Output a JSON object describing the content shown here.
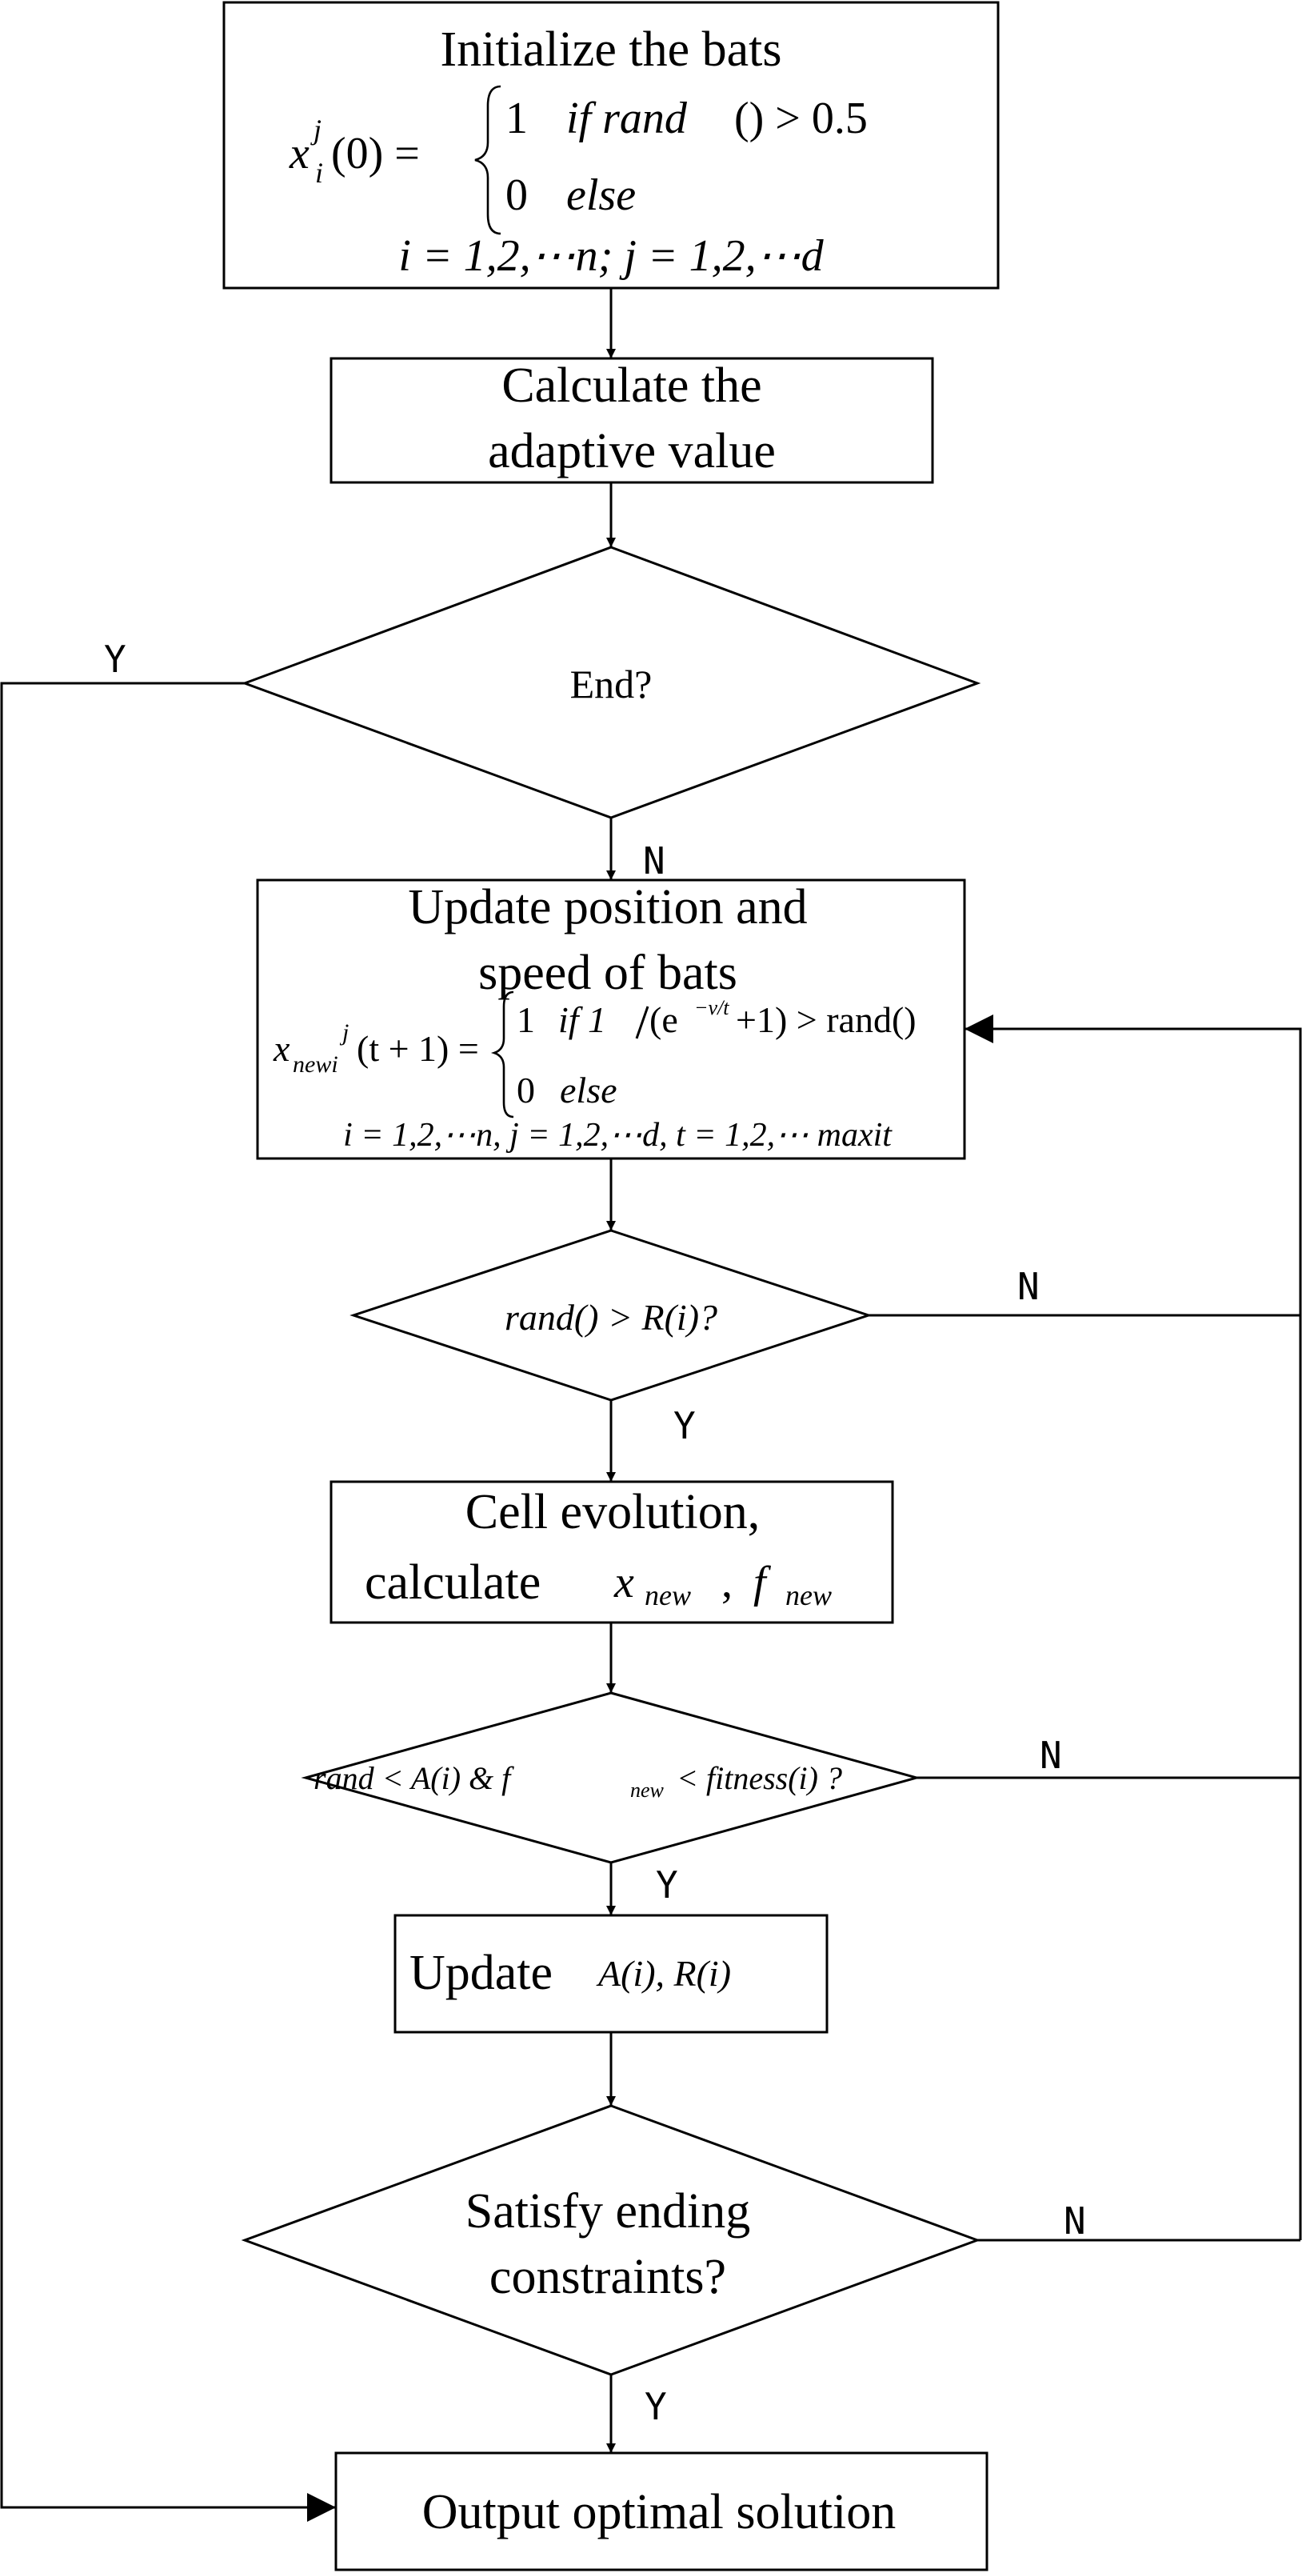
{
  "flowchart": {
    "init": {
      "title": "Initialize the bats",
      "eq_lhs": "x",
      "eq_sup": "j",
      "eq_sub": "i",
      "eq_arg": "(0) =",
      "case1_val": "1",
      "case1_cond": "if  rand",
      "case1_rest": "() > 0.5",
      "case2_val": "0",
      "case2_cond": "else",
      "range": "i = 1,2,⋯n; j = 1,2,⋯d"
    },
    "calc": {
      "line1": "Calculate the",
      "line2": "adaptive value"
    },
    "end_decision": {
      "label": "End?",
      "yes": "Y",
      "no": "N"
    },
    "update": {
      "line1": "Update position and",
      "line2": "speed of bats",
      "eq_lhs": "x",
      "eq_sub": "newi",
      "eq_sup": "j",
      "eq_arg": "(t + 1) =",
      "case1_val": "1",
      "case1_cond": "if 1",
      "case1_rest": "(e",
      "case1_exp": "−v/t",
      "case1_tail": "+1) > rand()",
      "case2_val": "0",
      "case2_cond": "else",
      "range": "i = 1,2,⋯n, j = 1,2,⋯d, t = 1,2,⋯ maxit"
    },
    "rand_decision": {
      "label": "rand() > R(i)?",
      "yes": "Y",
      "no": "N"
    },
    "cell": {
      "line1": "Cell evolution,",
      "line2": "calculate",
      "x": "x",
      "x_sub": "new",
      "sep": ",",
      "f": "f",
      "f_sub": "new"
    },
    "accept_decision": {
      "part1": "rand < A(i) & f",
      "sub": "new",
      "part2": "< fitness(i) ?",
      "yes": "Y",
      "no": "N"
    },
    "update_ar": {
      "word": "Update",
      "params": "A(i), R(i)"
    },
    "satisfy_decision": {
      "line1": "Satisfy ending",
      "line2": "constraints?",
      "yes": "Y",
      "no": "N"
    },
    "output": {
      "label": "Output optimal solution"
    }
  }
}
